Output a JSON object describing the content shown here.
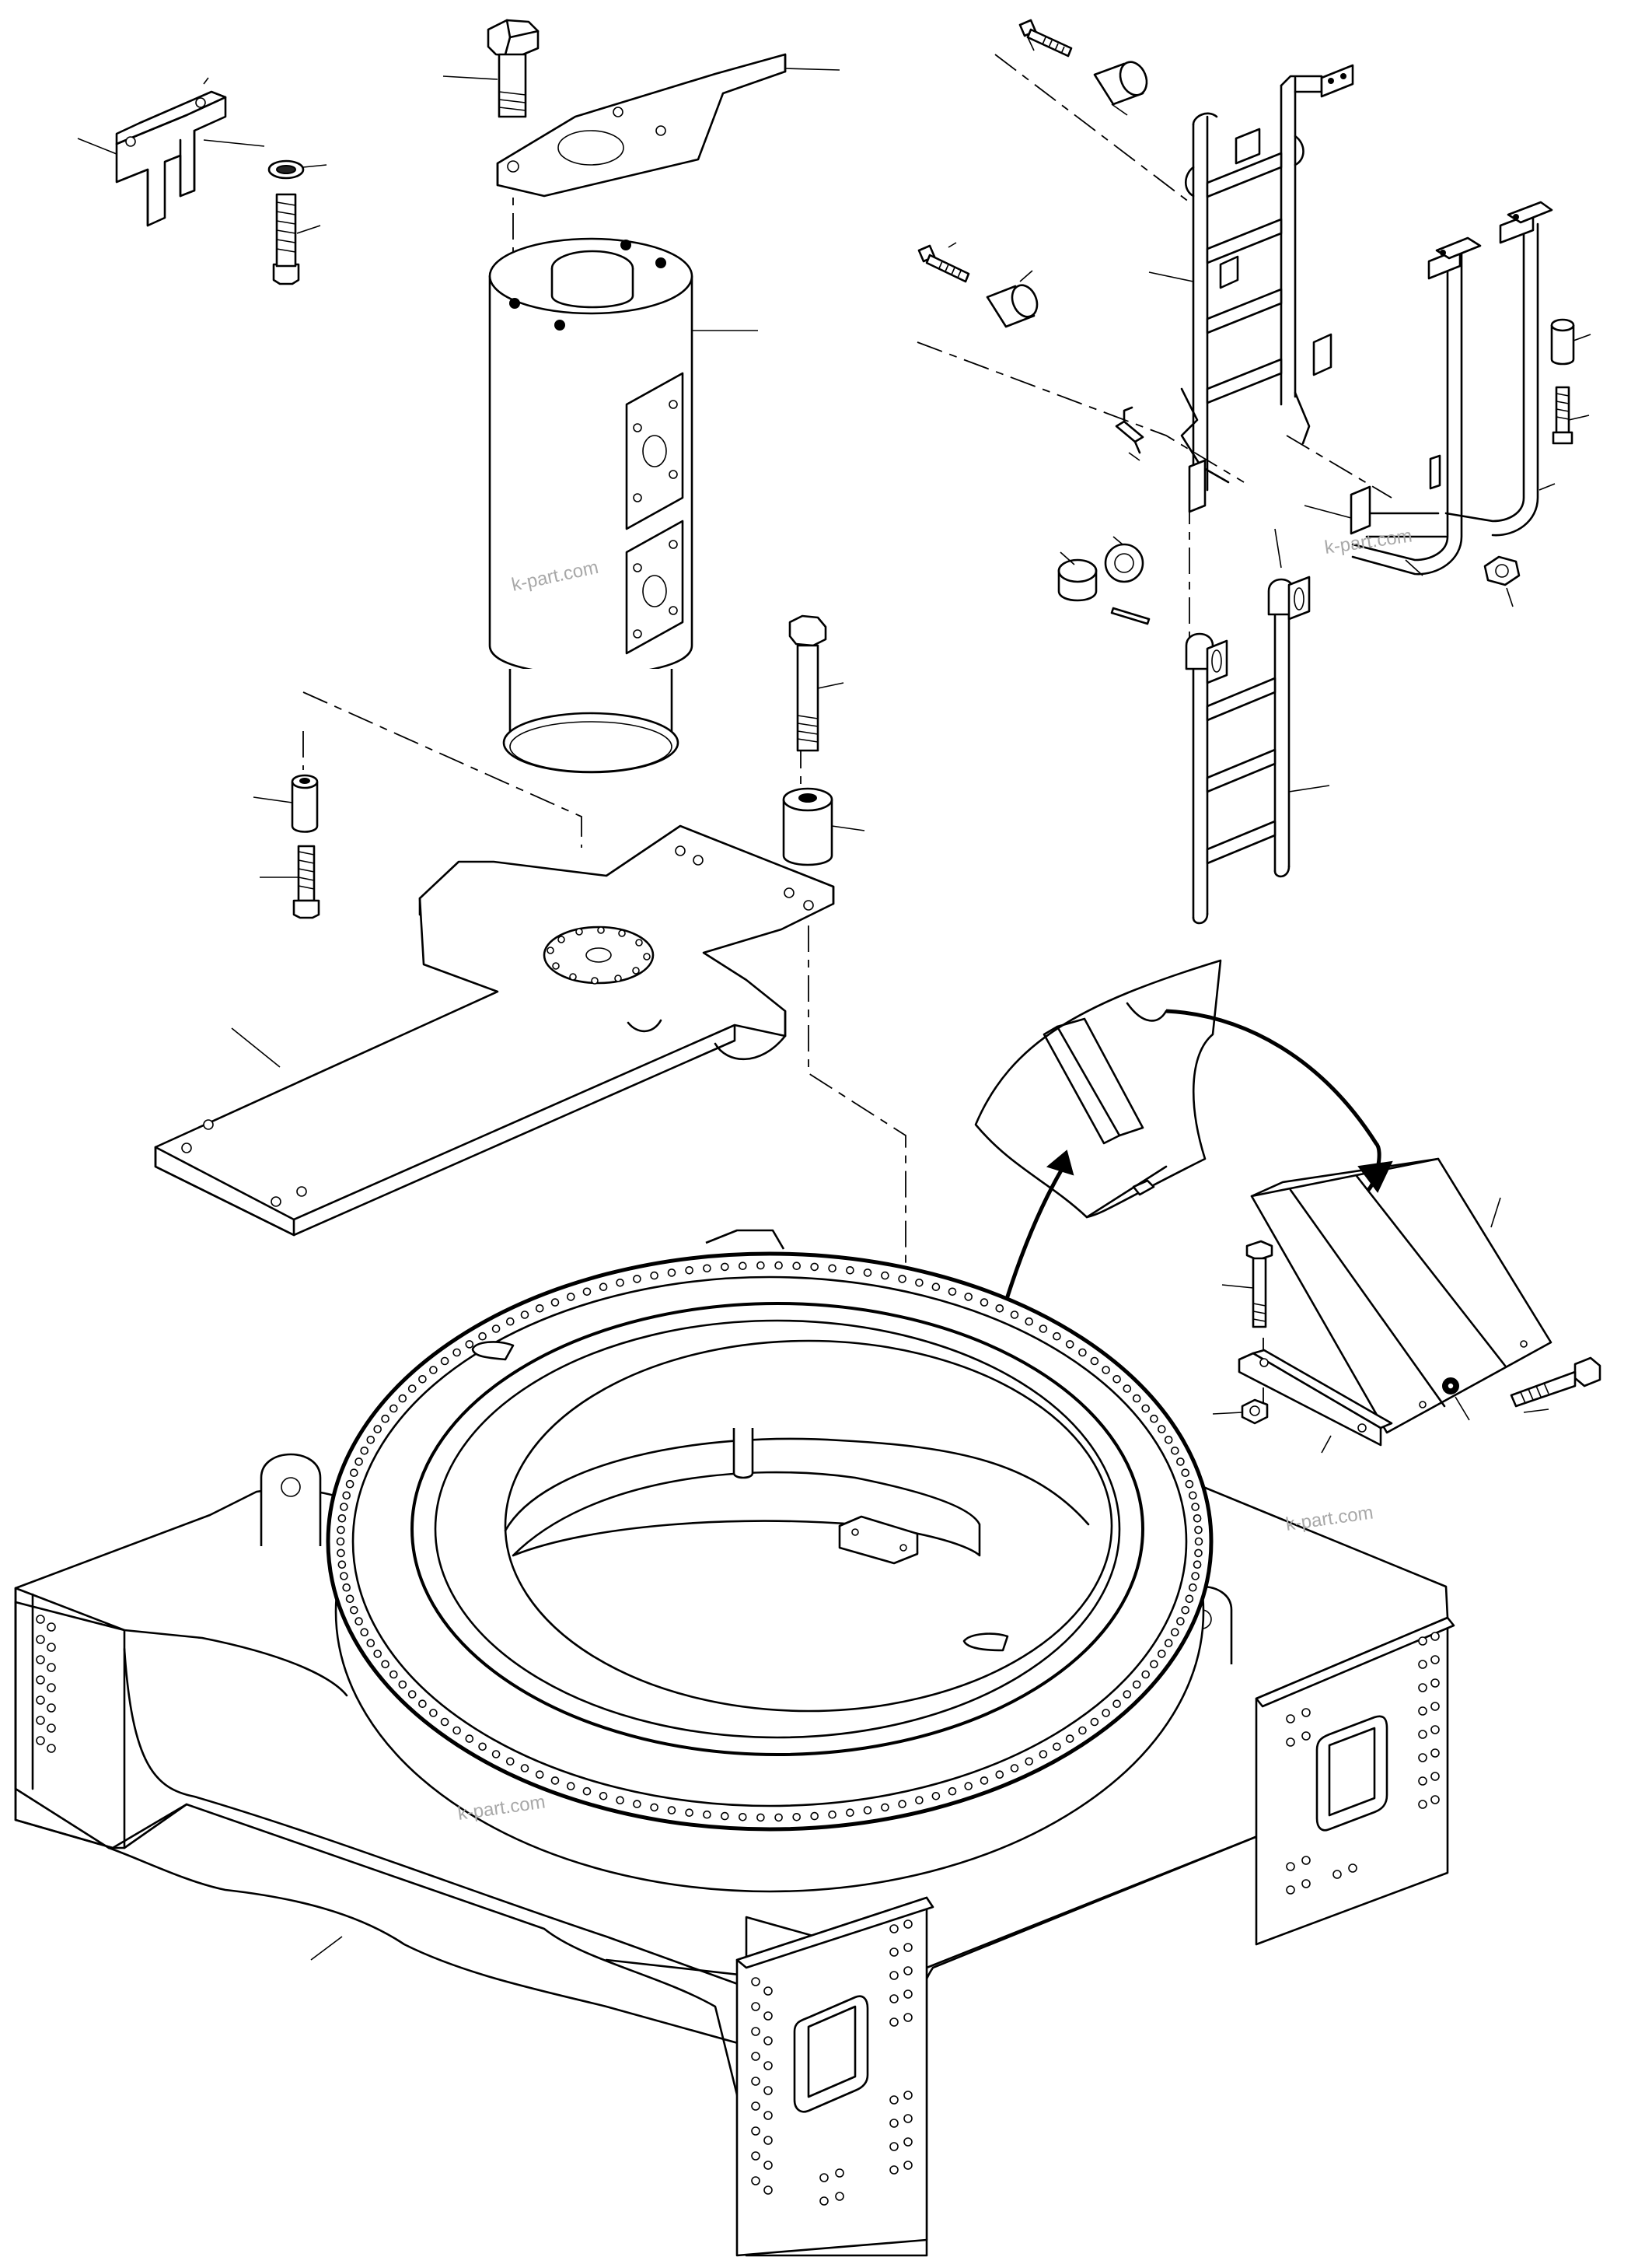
{
  "watermarks": [
    {
      "id": "wm-column",
      "text": "k-part.com"
    },
    {
      "id": "wm-ladder",
      "text": "k-part.com"
    },
    {
      "id": "wm-ring",
      "text": "k-part.com"
    },
    {
      "id": "wm-frame",
      "text": "k-part.com"
    }
  ],
  "colors": {
    "line": "#000000",
    "background": "#ffffff",
    "watermark": "#a8a8a8"
  }
}
